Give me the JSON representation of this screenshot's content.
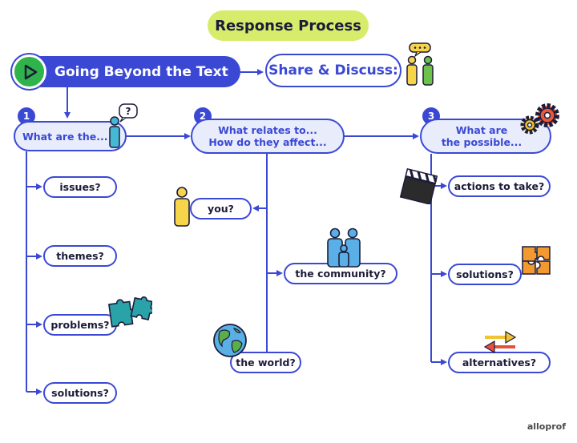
{
  "title": "Response Process",
  "main_bar": {
    "label": "Going Beyond the Text"
  },
  "share": {
    "label": "Share & Discuss:"
  },
  "columns": [
    {
      "number": "1",
      "question_lines": [
        "What are the..."
      ],
      "items": [
        "issues?",
        "themes?",
        "problems?",
        "solutions?"
      ]
    },
    {
      "number": "2",
      "question_lines": [
        "What relates to...",
        "How do they affect..."
      ],
      "items": [
        "you?",
        "the community?",
        "the world?"
      ]
    },
    {
      "number": "3",
      "question_lines": [
        "What are",
        "the possible..."
      ],
      "items": [
        "actions to take?",
        "solutions?",
        "alternatives?"
      ]
    }
  ],
  "brand": "alloprof",
  "colors": {
    "accent": "#3a48d4",
    "title_bg": "#d8ec6c",
    "play": "#2fb34a",
    "pill_bg": "#e9edfb"
  },
  "icons": [
    "play-icon",
    "discussion-people-icon",
    "thinking-person-icon",
    "gears-icon",
    "puzzle-icon",
    "person-icon",
    "family-icon",
    "globe-icon",
    "clapperboard-icon",
    "arrows-exchange-icon"
  ]
}
